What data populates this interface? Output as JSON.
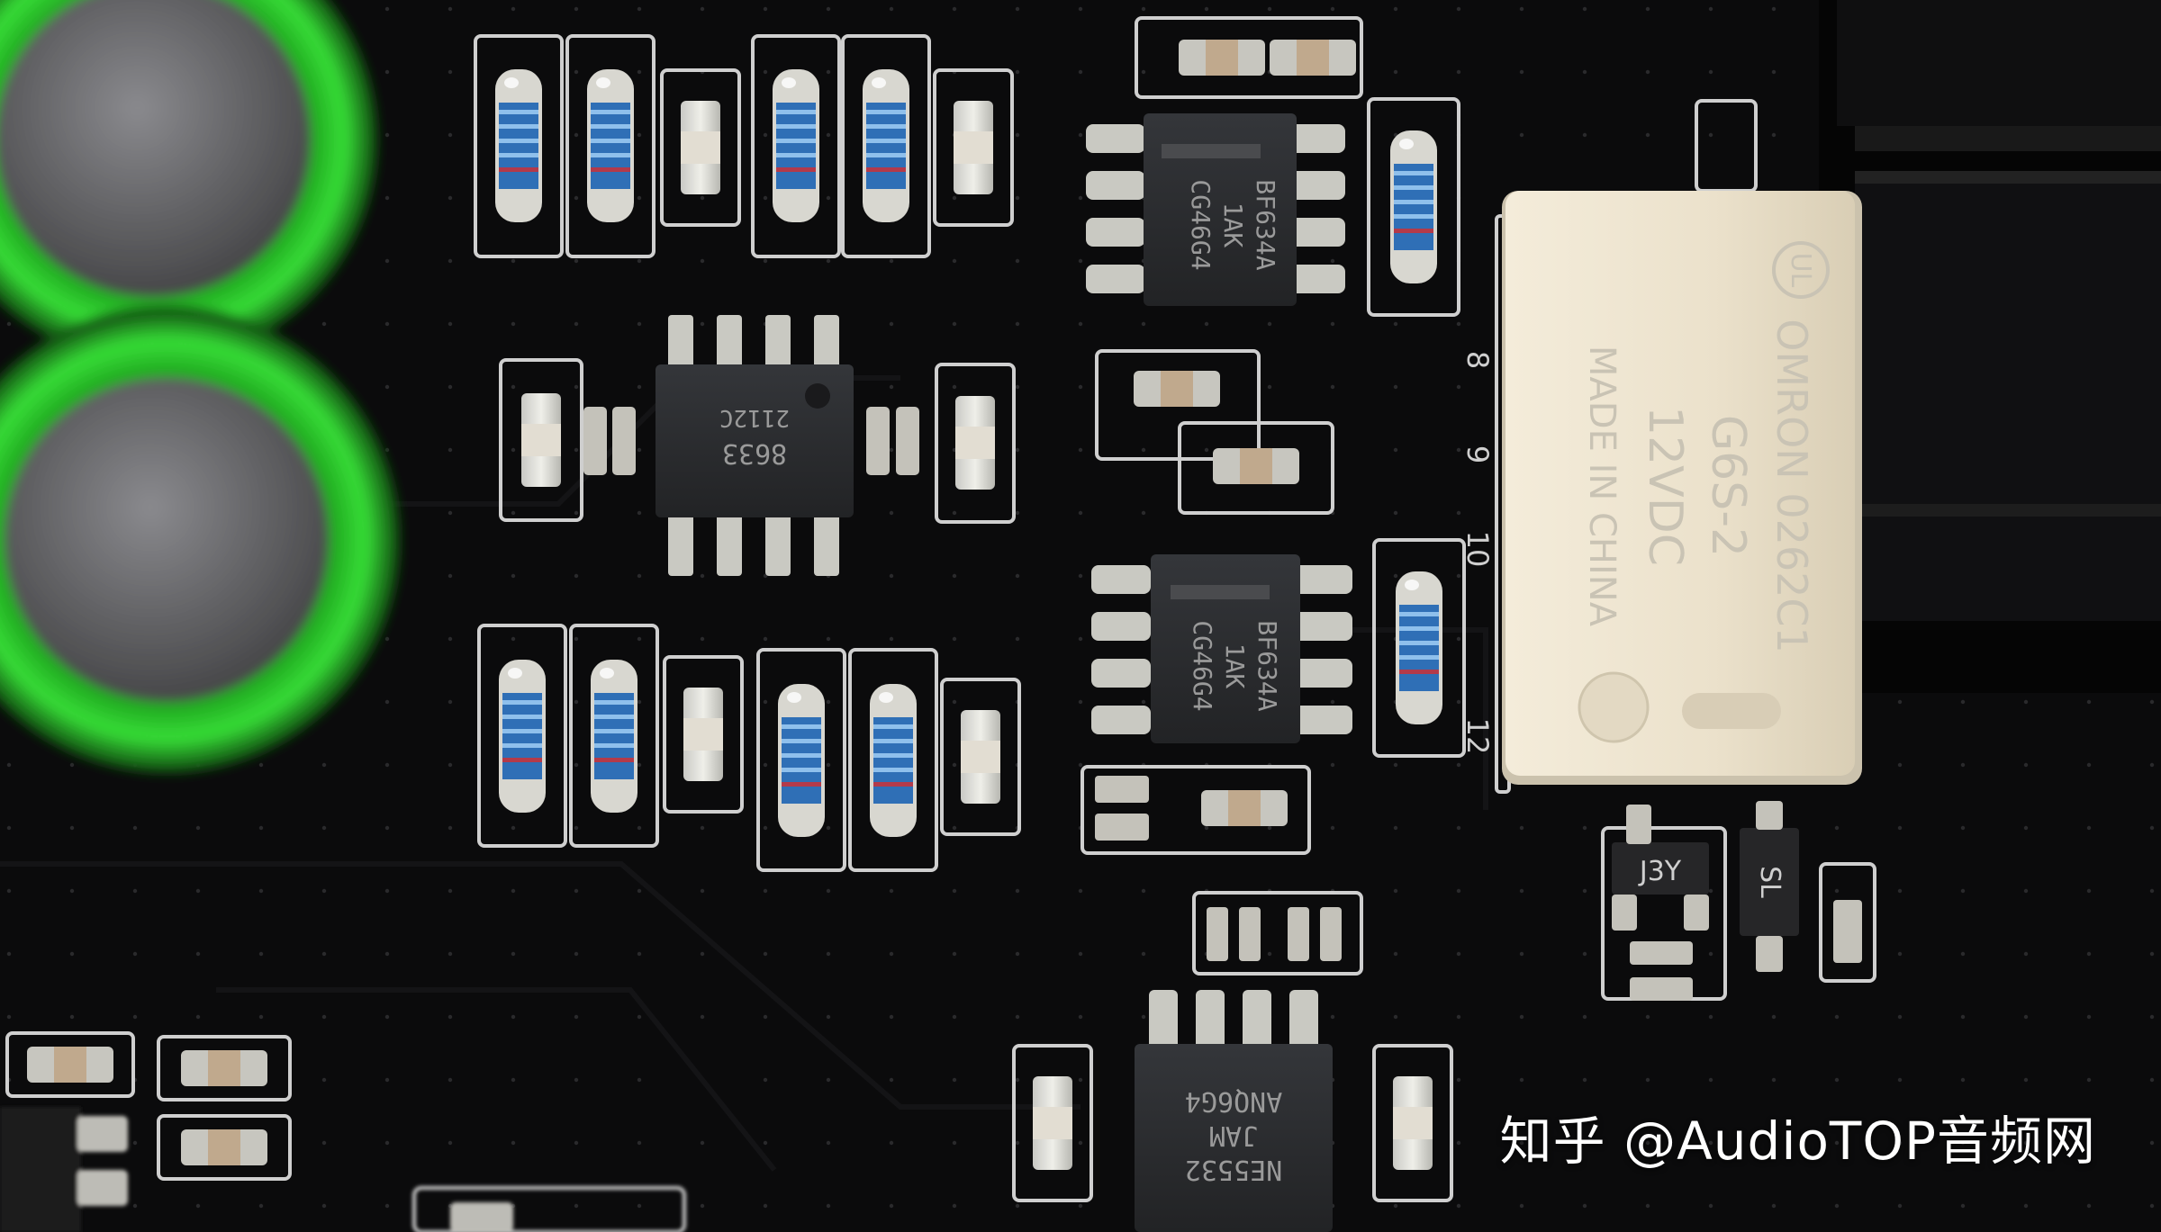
{
  "photo": {
    "subject": "pcb-closeup",
    "colors": {
      "board": "#0b0b0c",
      "silkscreen": "#d8d8d8",
      "capacitor_green": "#2fd12f",
      "relay_body": "#ece3cf",
      "chip_body": "#2a2b2d",
      "resistor_blue": "#3a86d6",
      "solder": "#c8c8c2"
    }
  },
  "chips": {
    "u1": [
      "8633",
      "2112C"
    ],
    "u2": [
      "BF634A",
      "1AK",
      "CG46G4"
    ],
    "u3": [
      "BF634A",
      "1AK",
      "CG46G4"
    ],
    "u4": [
      "NE5532",
      "JAM",
      "ANQ6G4"
    ]
  },
  "relay": {
    "lines": [
      "OMRON 0262C1",
      "G6S-2",
      "12VDC",
      "MADE IN CHINA"
    ],
    "mark": "UL"
  },
  "silkscreen": {
    "pins": [
      "8",
      "9",
      "10",
      "12"
    ]
  },
  "small_parts": {
    "sot1": "J3Y",
    "sot2": "SL"
  },
  "watermark": {
    "text": "知乎 @AudioTOP音频网"
  }
}
